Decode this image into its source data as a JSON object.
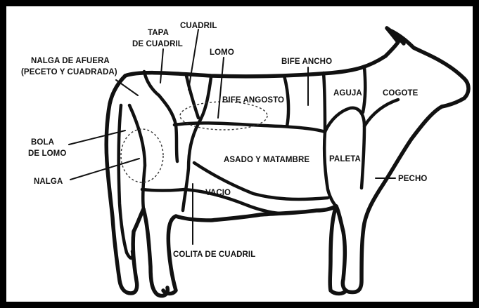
{
  "labels": {
    "tapa_line1": "TAPA",
    "tapa_line2": "DE CUADRIL",
    "cuadril": "CUADRIL",
    "lomo": "LOMO",
    "nalga_afuera_line1": "NALGA DE AFUERA",
    "nalga_afuera_line2": "(PECETO Y CUADRADA)",
    "bife_ancho": "BIFE ANCHO",
    "aguja": "AGUJA",
    "cogote": "COGOTE",
    "bife_angosto": "BIFE ANGOSTO",
    "bola_line1": "BOLA",
    "bola_line2": "DE LOMO",
    "asado": "ASADO Y MATAMBRE",
    "paleta": "PALETA",
    "pecho": "PECHO",
    "nalga": "NALGA",
    "vacio": "VACIO",
    "colita": "COLITA DE CUADRIL"
  },
  "colors": {
    "ink": "#111111",
    "background": "#ffffff",
    "frame": "#000000"
  }
}
